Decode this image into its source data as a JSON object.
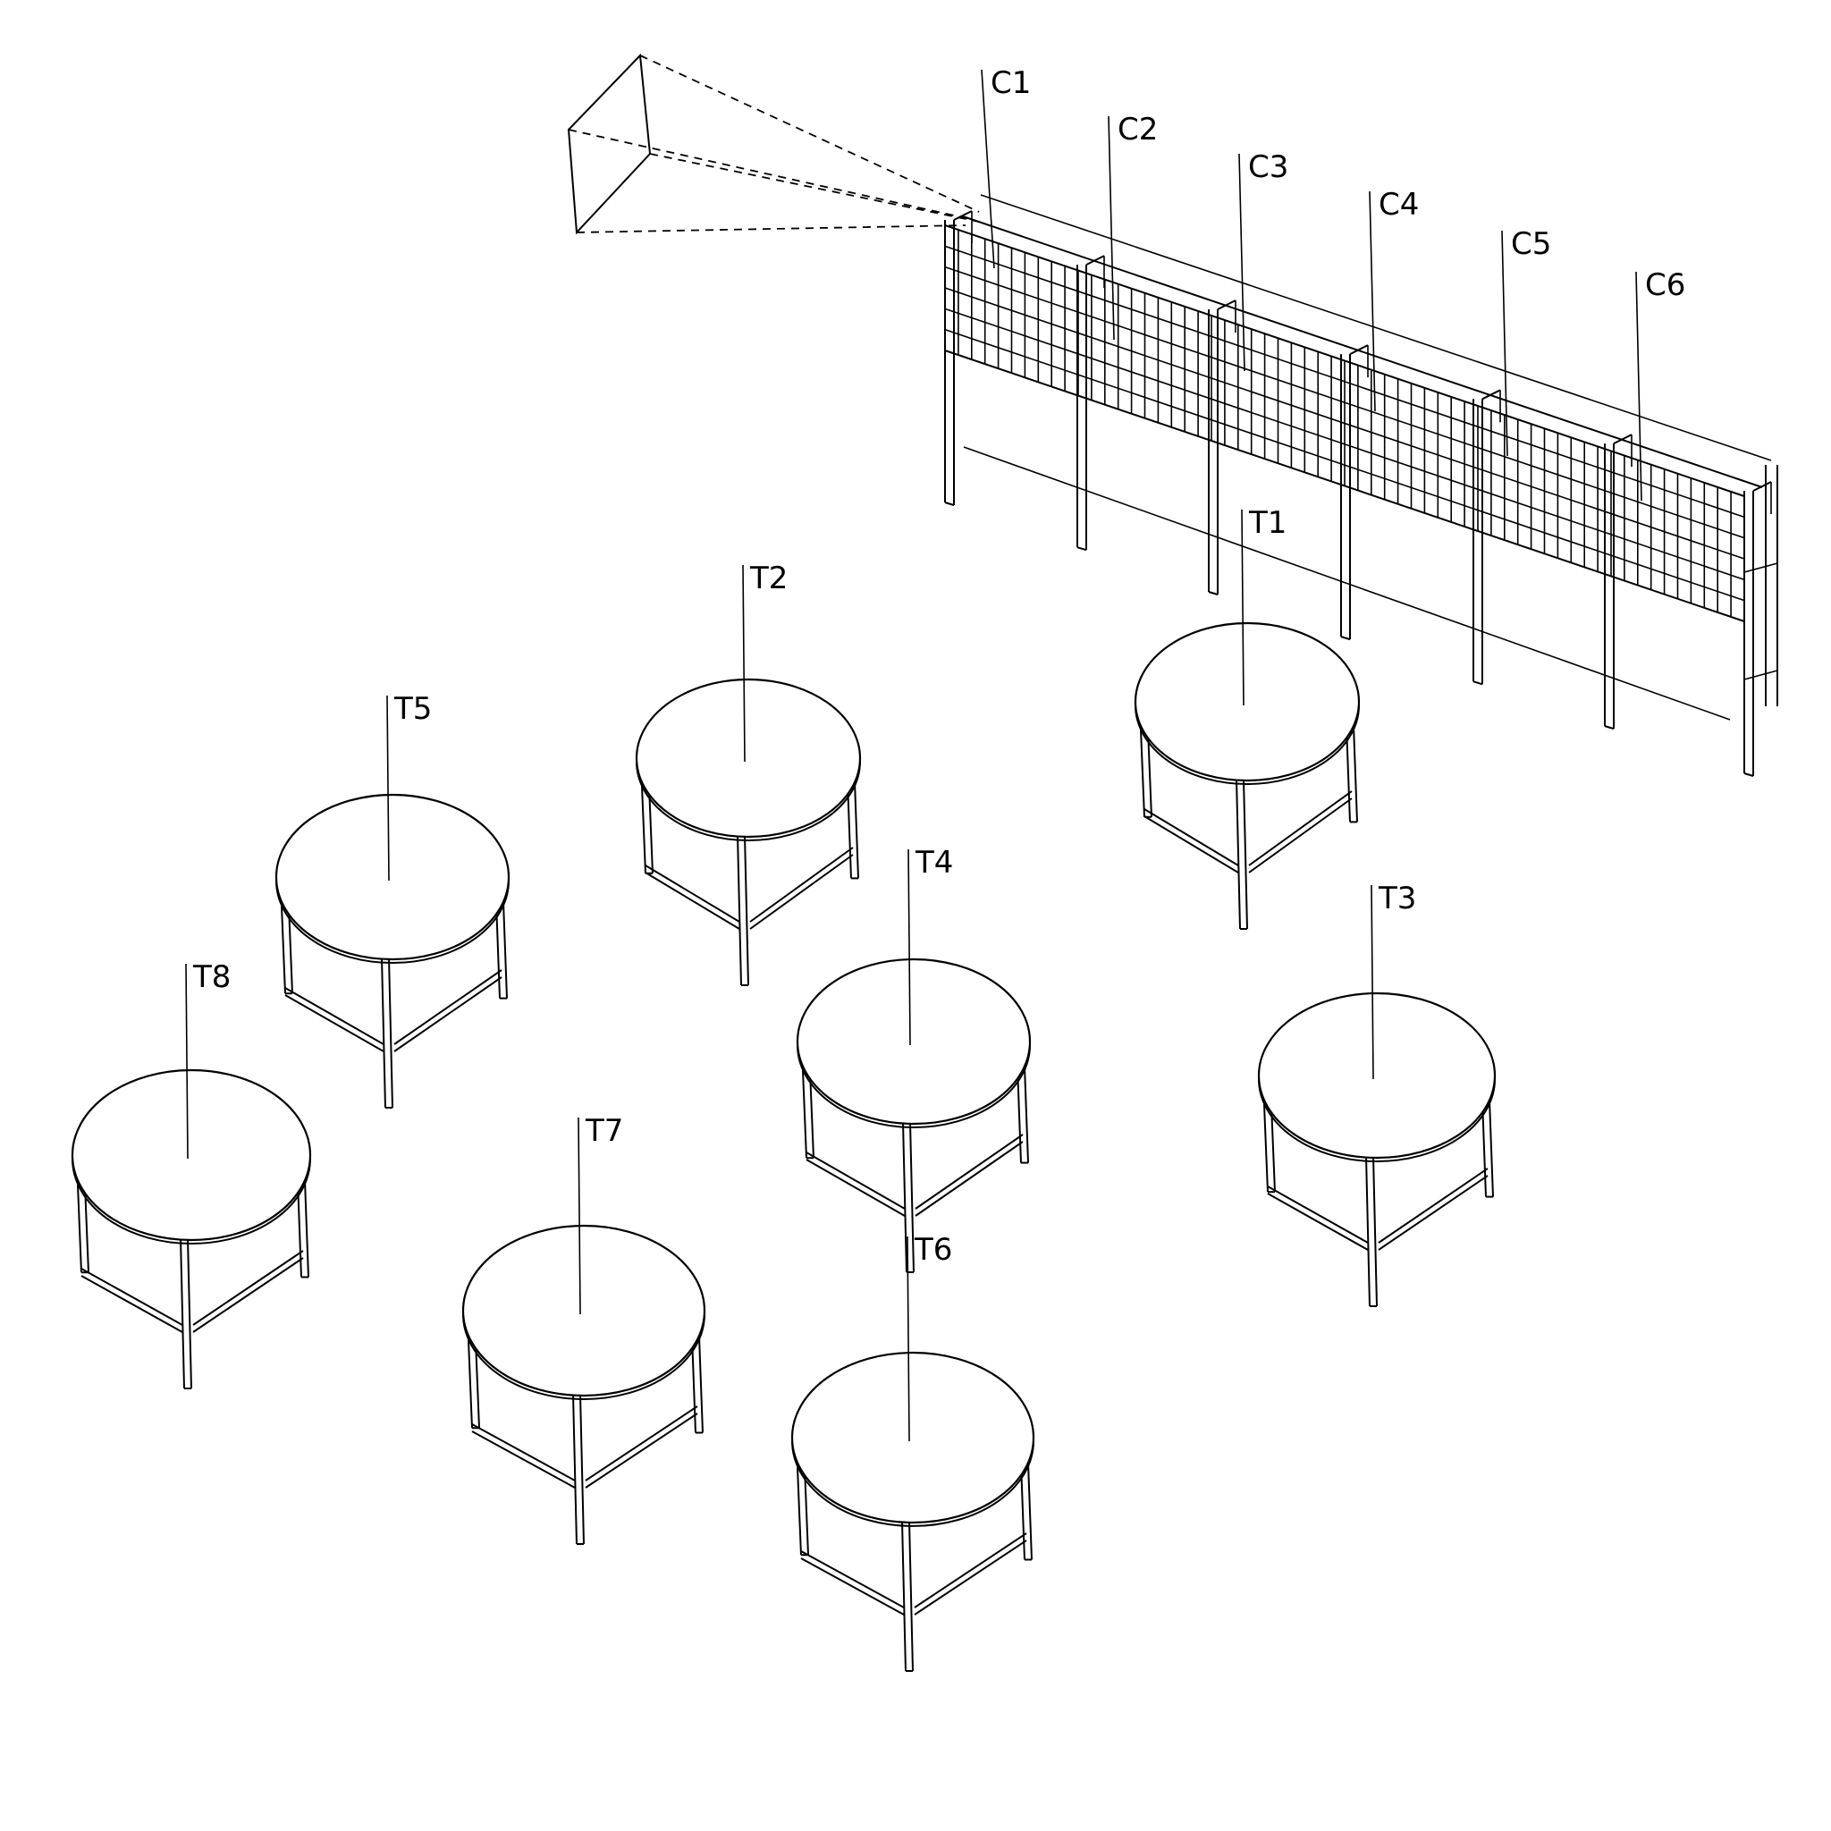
{
  "colors": {
    "stroke": "#000000",
    "background": "#ffffff"
  },
  "icons": {
    "camera": "camera-frustum-icon"
  },
  "cabinet_labels": [
    "C1",
    "C2",
    "C3",
    "C4",
    "C5",
    "C6"
  ],
  "table_labels": [
    "T1",
    "T2",
    "T3",
    "T4",
    "T5",
    "T6",
    "T7",
    "T8"
  ]
}
